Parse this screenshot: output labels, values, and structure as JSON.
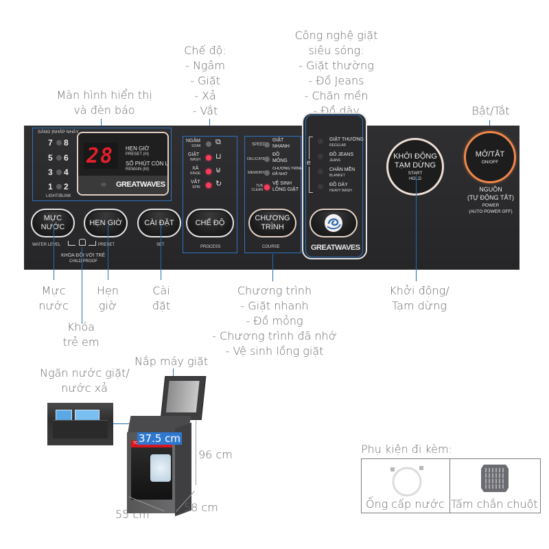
{
  "callouts": {
    "display": [
      "Màn hình hiển thị",
      "và đèn báo"
    ],
    "mode": [
      "Chế độ:",
      "- Ngâm",
      "- Giặt",
      "- Xả",
      "- Vắt"
    ],
    "wave_tech": [
      "Công nghệ giặt",
      "siêu sóng:",
      "- Giặt thường",
      "- Đồ Jeans",
      "- Chăn mền",
      "- Đồ dày"
    ],
    "power": [
      "Bật/Tắt"
    ],
    "water_level": [
      "Mực",
      "nước"
    ],
    "child_lock": [
      "Khóa",
      "trẻ em"
    ],
    "timer": [
      "Hẹn",
      "giờ"
    ],
    "settings": [
      "Cài",
      "đặt"
    ],
    "program": [
      "Chương trình",
      "- Giặt nhanh",
      "- Đồ mỏng",
      "- Chương trình đã nhớ",
      "- Vệ sinh lồng giặt"
    ],
    "start_pause": [
      "Khởi động/",
      "Tạm dừng"
    ]
  },
  "panel": {
    "display": {
      "header": "SÁNG |NHẤP NHÁY",
      "level_pairs": [
        [
          "7",
          "8"
        ],
        [
          "5",
          "6"
        ],
        [
          "3",
          "4"
        ],
        [
          "1",
          "2"
        ]
      ],
      "footer": "LIGHT/BLINK",
      "digits": "28",
      "preset_vi": "HẸN GIỜ",
      "preset_en": "PRESET (H)",
      "remain_vi": "SỐ PHÚT CÒN LẠI",
      "remain_en": "REMAIN (M)",
      "brand": "GREATWAVES"
    },
    "process": {
      "items": [
        {
          "vi": "NGÂM",
          "en": "SOAK",
          "active": false,
          "icon": "soak-icon"
        },
        {
          "vi": "GIẶT",
          "en": "WASH",
          "active": true,
          "icon": "wash-icon"
        },
        {
          "vi": "XẢ",
          "en": "RINSE",
          "active": true,
          "icon": "rinse-icon"
        },
        {
          "vi": "VẮT",
          "en": "SPIN",
          "active": true,
          "icon": "spin-icon"
        }
      ],
      "button": "CHẾ ĐỘ",
      "footer": "PROCESS"
    },
    "course": {
      "items": [
        {
          "en": "SPEED",
          "vi": [
            "GIẶT",
            "NHANH"
          ],
          "active": false
        },
        {
          "en": "DELICATE",
          "vi": [
            "ĐỒ",
            "MỎNG"
          ],
          "active": false
        },
        {
          "en": "MEMORY",
          "vi": [
            "CHƯƠNG TRÌNH",
            "ĐÃ NHỚ"
          ],
          "active": false
        },
        {
          "en": "TUB CLEAN",
          "vi": [
            "VỆ SINH",
            "LỒNG GIẶT"
          ],
          "active": true
        }
      ],
      "button": [
        "CHƯƠNG",
        "TRÌNH"
      ],
      "footer": "COURSE"
    },
    "greatwaves": {
      "items": [
        {
          "vi": "GIẶT THƯỜNG",
          "en": "REGULAR"
        },
        {
          "vi": "ĐỒ JEANS",
          "en": "JEANS"
        },
        {
          "vi": "CHĂN MỀN",
          "en": "BLANKET"
        },
        {
          "vi": "ĐỒ DÀY",
          "en": "HEAVY WASH"
        }
      ],
      "brand": "GREATWAVES"
    },
    "buttons": {
      "water_level": "MỰC NƯỚC",
      "timer": "HẸN GIỜ",
      "settings": "CÀI ĐẶT",
      "water_level_en": "WATER LEVEL",
      "preset_en": "PRESET",
      "set_en": "SET",
      "child_lock_vi": "KHÓA ĐỐI VỚI TRẺ",
      "child_lock_en": "CHILD PROOF"
    },
    "start": {
      "vi": [
        "KHỞI ĐỘNG",
        "TẠM DỪNG"
      ],
      "en": [
        "START",
        "HOLD"
      ]
    },
    "power": {
      "vi": "MỞ/TẮT",
      "en": "ON/OFF",
      "note_vi": [
        "NGUỒN",
        "(TỰ ĐỘNG TẮT)"
      ],
      "note_en": [
        "POWER",
        "(AUTO POWER OFF)"
      ]
    }
  },
  "product": {
    "lid_label": "Nắp máy giặt",
    "dispenser_label": [
      "Ngăn nước giặt/",
      "nước xả"
    ],
    "drum_diameter": "37.5 cm",
    "height": "96 cm",
    "width": "55 cm",
    "depth": "58 cm",
    "brand": "TOSHIBA"
  },
  "accessories": {
    "title": "Phụ kiện đi kèm:",
    "items": [
      "Ống cấp nước",
      "Tấm chắn chuột"
    ]
  },
  "colors": {
    "panel_bg": "#2b2b2d",
    "callout_line": "#1f6fb5",
    "led_red": "#ff3b5c",
    "power_ring": "#f0874a",
    "measure_highlight": "#2f78d0"
  }
}
